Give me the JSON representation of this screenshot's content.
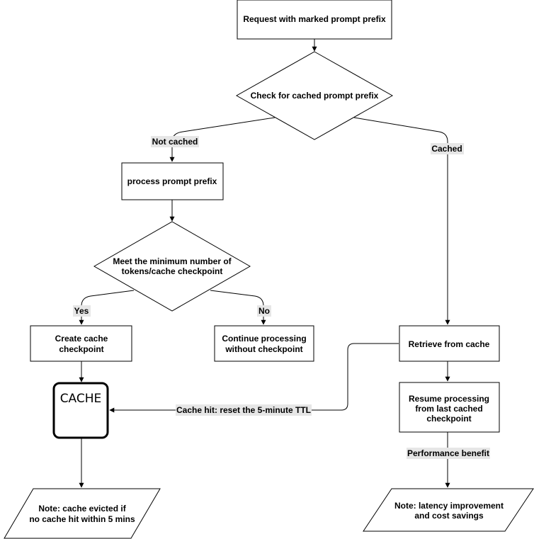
{
  "nodes": {
    "request": "Request with marked prompt prefix",
    "check": "Check for cached prompt prefix",
    "process": "process prompt prefix",
    "meet": [
      "Meet the minimum number of",
      "tokens/cache checkpoint"
    ],
    "create": [
      "Create cache",
      "checkpoint"
    ],
    "continue": [
      "Continue processing",
      "without checkpoint"
    ],
    "cache": "CACHE",
    "note_left": [
      "Note: cache evicted if",
      "no cache hit within 5 mins"
    ],
    "retrieve": "Retrieve from cache",
    "resume": [
      "Resume processing",
      "from last cached",
      "checkpoint"
    ],
    "note_right": [
      "Note: latency improvement",
      "and cost savings"
    ]
  },
  "edges": {
    "not_cached": "Not cached",
    "cached": "Cached",
    "yes": "Yes",
    "no": "No",
    "cache_hit": "Cache hit: reset the 5-minute TTL",
    "perf": "Performance benefit"
  }
}
